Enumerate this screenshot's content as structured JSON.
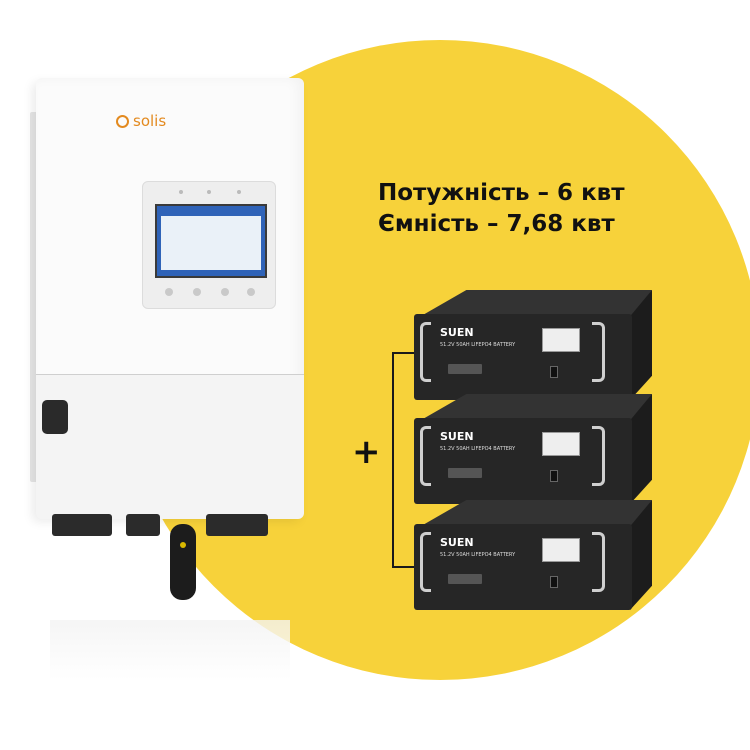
{
  "specs": {
    "power_line": "Потужність –  6 квт",
    "capacity_line": "Ємність – 7,68 квт"
  },
  "plus_sign": "+",
  "inverter": {
    "brand": "solis"
  },
  "batteries": {
    "brand": "SUEN",
    "spec": "51.2V 50AH LIFEPO4 BATTERY",
    "count": 3
  },
  "colors": {
    "accent_yellow": "#f7d23a",
    "text": "#111111",
    "brand_orange": "#e38a1f",
    "battery_body": "#262626"
  }
}
